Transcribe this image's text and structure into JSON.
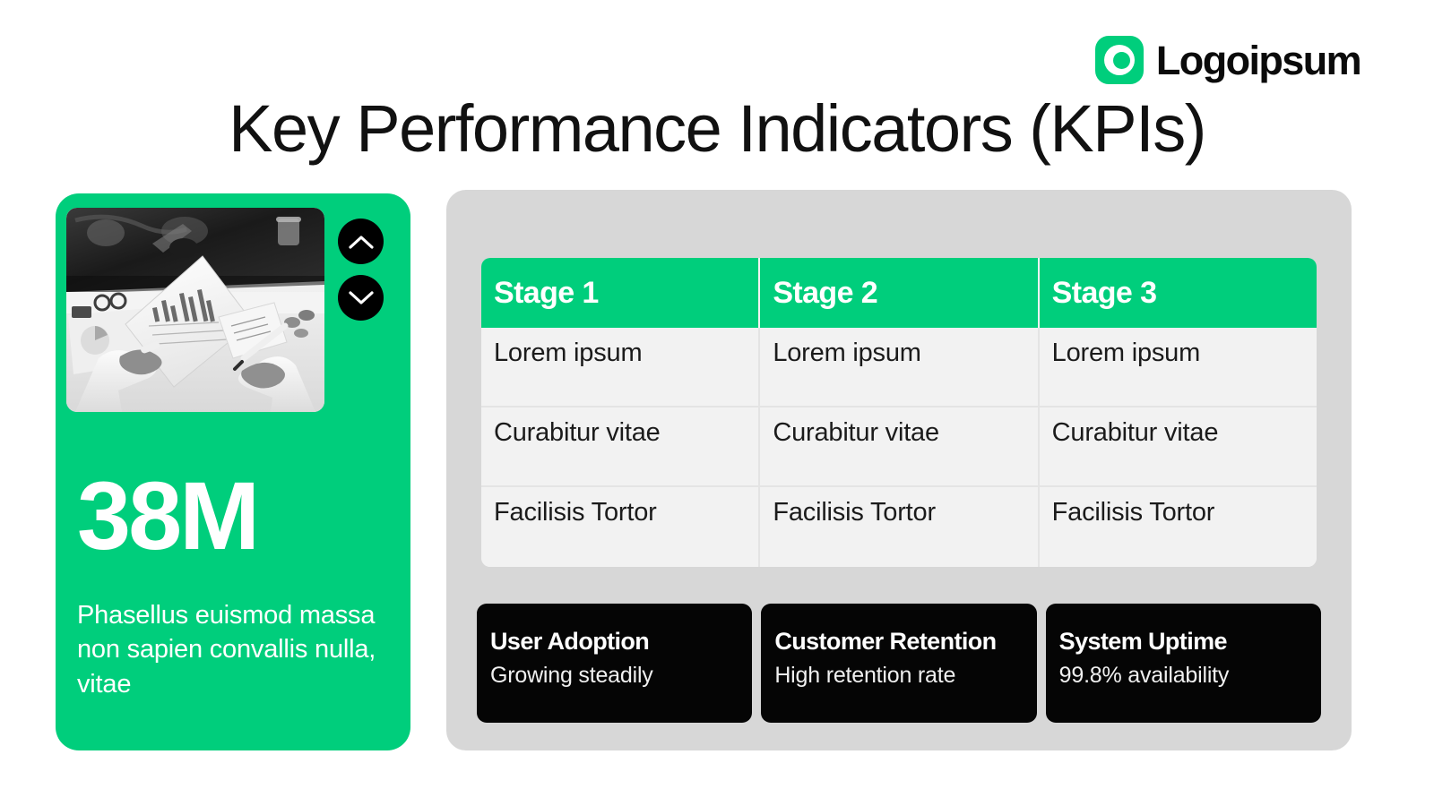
{
  "brand": {
    "logo_text": "Logoipsum",
    "accent_color": "#00ce7c",
    "dark_color": "#050505",
    "panel_color": "#d7d7d7",
    "cell_color": "#f2f2f2"
  },
  "header": {
    "title": "Key Performance Indicators (KPIs)"
  },
  "highlight": {
    "value": "38M",
    "description": "Phasellus euismod massa non sapien convallis nulla, vitae",
    "nav_up_label": "previous",
    "nav_down_label": "next",
    "photo_alt": "business people reviewing printed bar chart reports on a desk"
  },
  "table": {
    "columns": [
      "Stage 1",
      "Stage 2",
      "Stage 3"
    ],
    "rows": [
      [
        "Lorem ipsum",
        "Lorem ipsum",
        "Lorem ipsum"
      ],
      [
        "Curabitur vitae",
        "Curabitur vitae",
        "Curabitur vitae"
      ],
      [
        "Facilisis Tortor",
        "Facilisis Tortor",
        "Facilisis Tortor"
      ]
    ]
  },
  "stat_cards": [
    {
      "title": "User Adoption",
      "subtitle": "Growing steadily"
    },
    {
      "title": "Customer Retention",
      "subtitle": "High retention rate"
    },
    {
      "title": "System Uptime",
      "subtitle": "99.8% availability"
    }
  ]
}
